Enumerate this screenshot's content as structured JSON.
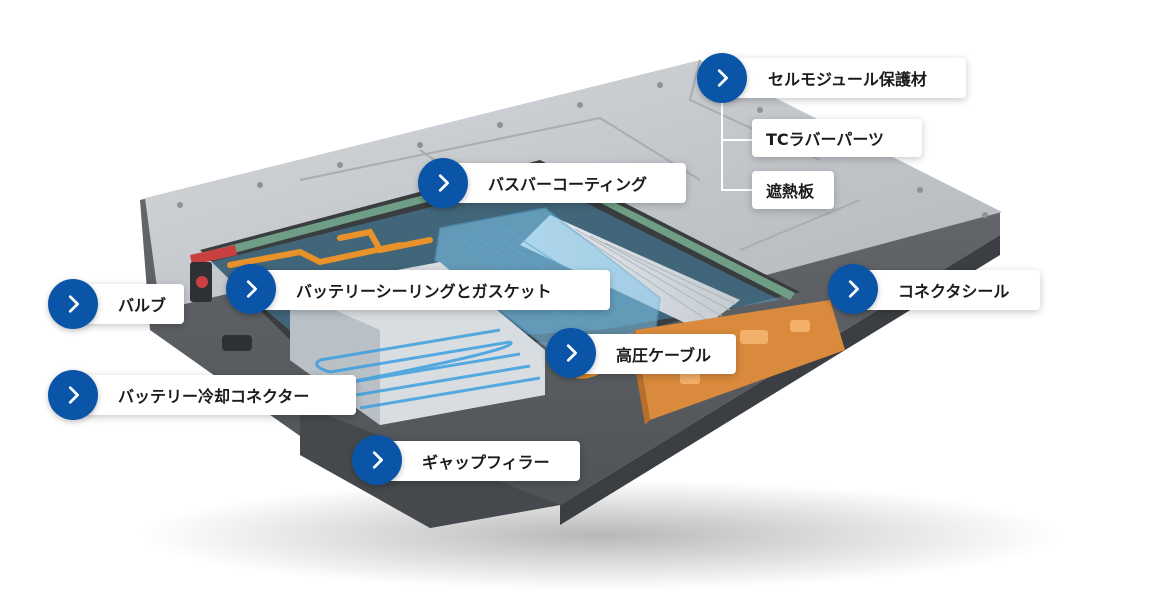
{
  "hotspots": [
    {
      "id": "cell-module-protection",
      "label": "セルモジュール保護材"
    },
    {
      "id": "busbar-coating",
      "label": "バスバーコーティング"
    },
    {
      "id": "valve",
      "label": "バルブ"
    },
    {
      "id": "battery-sealing-gasket",
      "label": "バッテリーシーリングとガスケット"
    },
    {
      "id": "connector-seal",
      "label": "コネクタシール"
    },
    {
      "id": "hv-cable",
      "label": "高圧ケーブル"
    },
    {
      "id": "battery-cooling-connector",
      "label": "バッテリー冷却コネクター"
    },
    {
      "id": "gap-filler",
      "label": "ギャップフィラー"
    }
  ],
  "sub_items": [
    {
      "id": "tc-rubber-parts",
      "label": "TCラバーパーツ"
    },
    {
      "id": "heat-shield",
      "label": "遮熱板"
    }
  ],
  "icons": {
    "hotspot": "chevron-right-icon"
  },
  "colors": {
    "accent": "#0a55a8",
    "orange": "#e9922a",
    "coolant": "#4fb3e6"
  }
}
